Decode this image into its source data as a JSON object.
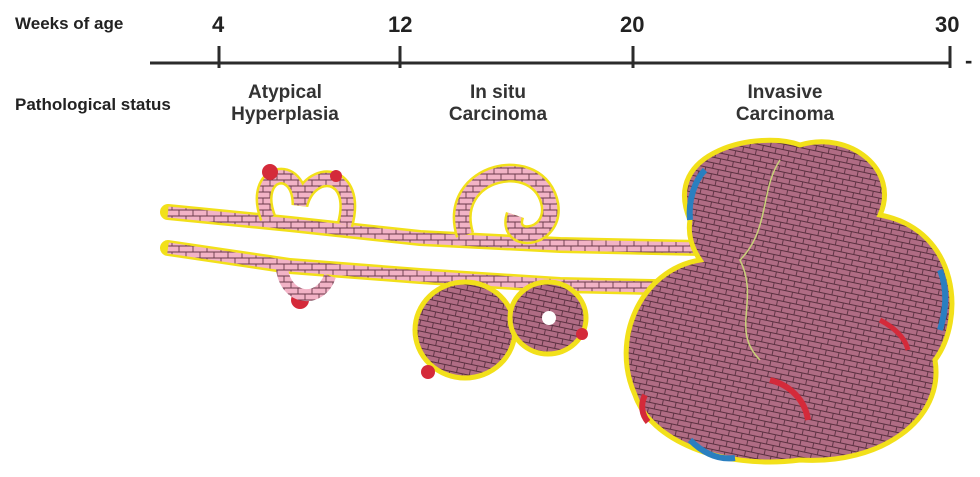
{
  "header": {
    "weeks_label": "Weeks of age",
    "status_label": "Pathological status",
    "trailing_mark": "-"
  },
  "timeline": {
    "ticks": [
      "4",
      "12",
      "20",
      "30"
    ]
  },
  "stages": [
    {
      "line1": "Atypical",
      "line2": "Hyperplasia"
    },
    {
      "line1": "In situ",
      "line2": "Carcinoma"
    },
    {
      "line1": "Invasive",
      "line2": "Carcinoma"
    }
  ],
  "colors": {
    "axis": "#2b2b2b",
    "lumen_cell": "#f2b3c6",
    "tumor_cell": "#b06c84",
    "cell_outline": "#5a3040",
    "basement_membrane": "#f2e01a",
    "myoepithelial": "#2a7fc0",
    "vessel": "#d42a3a"
  }
}
